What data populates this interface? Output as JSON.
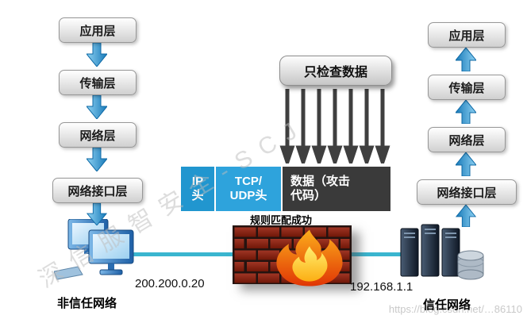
{
  "osi_layers": {
    "left": [
      "应用层",
      "传输层",
      "网络层",
      "网络接口层"
    ],
    "right": [
      "应用层",
      "传输层",
      "网络层",
      "网络接口层"
    ]
  },
  "inspector": {
    "label": "只检查数据"
  },
  "packet": {
    "ip_line1": "IP",
    "ip_line2": "头",
    "tcp_line1": "TCP/",
    "tcp_line2": "UDP头",
    "payload_line1": "数据（攻击",
    "payload_line2": "代码）",
    "match_result": "规则匹配成功"
  },
  "endpoints": {
    "left_ip": "200.200.0.20",
    "right_ip": "192.168.1.1",
    "left_network_label": "非信任网络",
    "right_network_label": "信任网络"
  },
  "watermark": {
    "diagonal_text": "深信服智安全-SCJ",
    "url_text": "https://blog.csdn.net/…86110"
  },
  "colors": {
    "arrow_blue": "#2f9fd8",
    "packet_ip_blue": "#2196cf",
    "packet_tcp_blue": "#2ea3dc",
    "payload_dark": "#3a3a3a",
    "cyan_line": "#3ab5cf",
    "brick_red": "#8a2015",
    "flame_orange": "#f26a0f"
  }
}
